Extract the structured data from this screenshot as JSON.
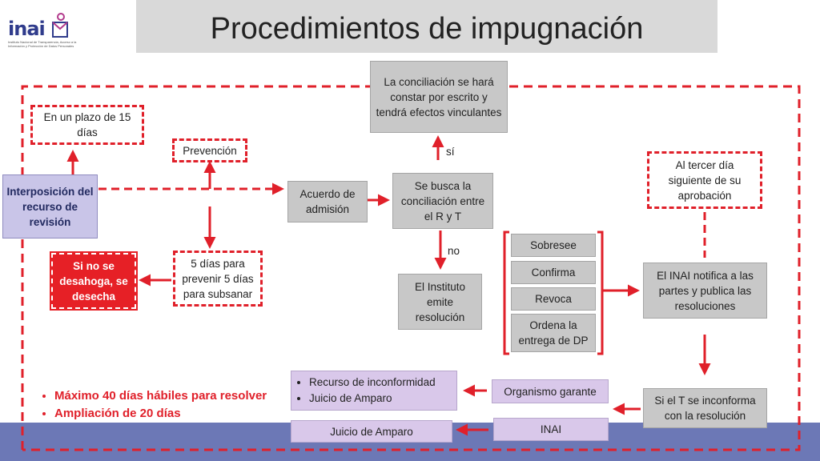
{
  "header": {
    "logo_text": "inai",
    "logo_subtitle": "Instituto Nacional de Transparencia, Acceso a la Información y Protección de Datos Personales",
    "title": "Procedimientos de impugnación"
  },
  "nodes": {
    "plazo": "En un plazo de 15 días",
    "prevencion": "Prevención",
    "interposicion": "Interposición del recurso de revisión",
    "desecha": "Si no se desahoga, se desecha",
    "cinco_dias": "5 días para prevenir 5 días para subsanar",
    "acuerdo": "Acuerdo de admisión",
    "conciliacion_escrito": "La conciliación se hará constar por escrito y tendrá efectos vinculantes",
    "si": "sí",
    "busca_conciliacion": "Se busca la conciliación entre el R y T",
    "no": "no",
    "instituto_resolucion": "El Instituto emite resolución",
    "sobresee": "Sobresee",
    "confirma": "Confirma",
    "revoca": "Revoca",
    "ordena": "Ordena la entrega de DP",
    "tercer_dia": "Al tercer día siguiente de su aprobación",
    "inai_notifica": "El INAI notifica a las partes y publica las resoluciones",
    "inconforma": "Si el T se inconforma con la resolución",
    "organismo": "Organismo garante",
    "inai": "INAI",
    "recursos": [
      "Recurso de inconformidad",
      "Juicio de Amparo"
    ],
    "juicio": "Juicio de Amparo"
  },
  "notes": [
    "Máximo 40 días hábiles para resolver",
    "Ampliación de 20 días"
  ],
  "colors": {
    "accent_red": "#e0202a",
    "gray_box": "#c8c8c8",
    "purple_box": "#c9c5e8",
    "lilac_box": "#d9c8ea",
    "bar_blue": "#6c78b6"
  }
}
